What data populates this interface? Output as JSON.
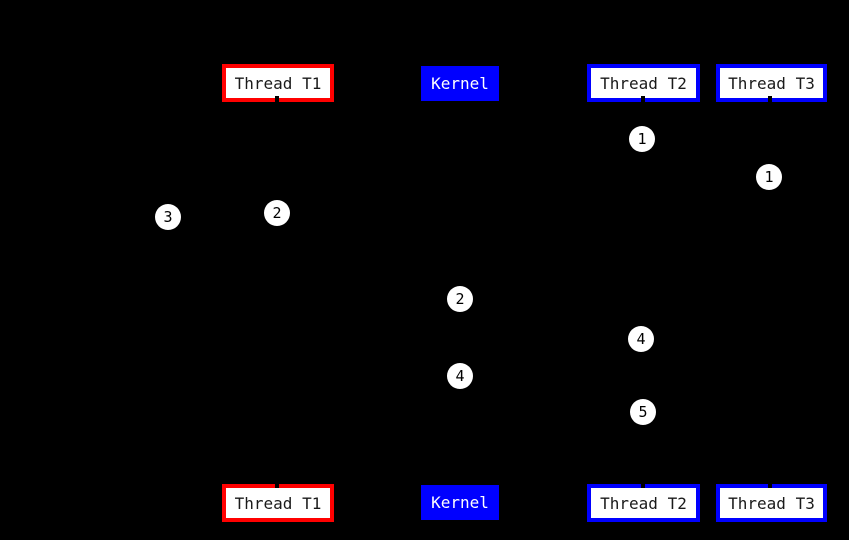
{
  "colors": {
    "background": "#000000",
    "red": "#ff0000",
    "blue": "#0000ff",
    "box_fill": "#ffffff",
    "label_text": "#1a1a1a",
    "kernel_text": "#ffffff",
    "badge_fill": "#ffffff",
    "badge_text": "#000000"
  },
  "top_row": {
    "thread_t1": "Thread T1",
    "kernel": "Kernel",
    "thread_t2": "Thread T2",
    "thread_t3": "Thread T3"
  },
  "bottom_row": {
    "thread_t1": "Thread T1",
    "kernel": "Kernel",
    "thread_t2": "Thread T2",
    "thread_t3": "Thread T3"
  },
  "badges": [
    {
      "label": "1"
    },
    {
      "label": "1"
    },
    {
      "label": "2"
    },
    {
      "label": "3"
    },
    {
      "label": "2"
    },
    {
      "label": "4"
    },
    {
      "label": "4"
    },
    {
      "label": "5"
    }
  ]
}
